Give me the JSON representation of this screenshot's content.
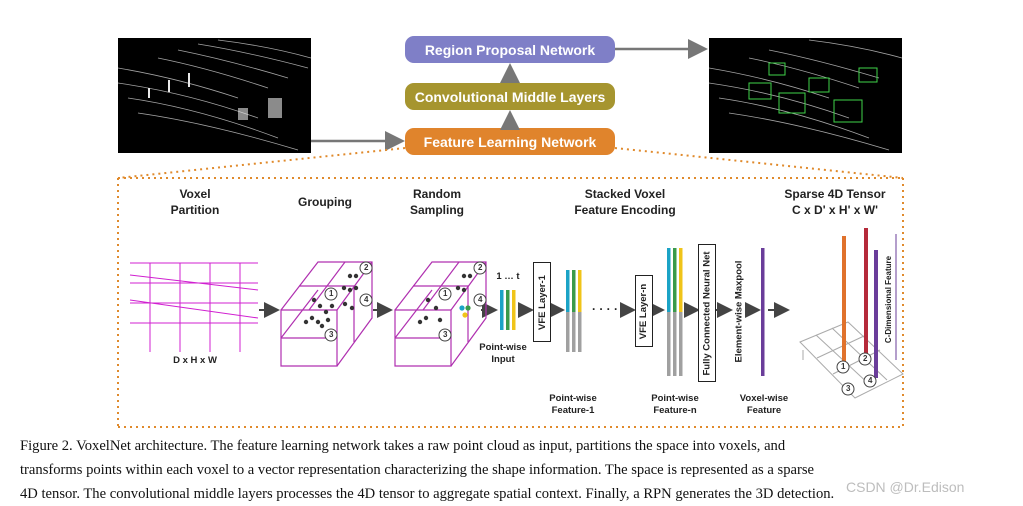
{
  "top_flow": {
    "rpn_label": "Region Proposal Network",
    "cml_label": "Convolutional Middle Layers",
    "fln_label": "Feature Learning Network",
    "colors": {
      "rpn": "#7f7fc7",
      "cml": "#a6952f",
      "fln": "#e0842c",
      "arrow": "#777777"
    }
  },
  "stages": {
    "voxel_partition": "Voxel\nPartition",
    "grouping": "Grouping",
    "random_sampling": "Random\nSampling",
    "stacked_vfe": "Stacked Voxel\nFeature Encoding",
    "sparse_tensor": "Sparse 4D Tensor\nC x D' x H' x W'"
  },
  "labels": {
    "dims": "D x H x W",
    "index_range": "1 … t",
    "pointwise_input": "Point-wise\nInput",
    "pointwise_feature_1": "Point-wise\nFeature-1",
    "pointwise_feature_n": "Point-wise\nFeature-n",
    "voxelwise_feature": "Voxel-wise\nFeature",
    "vfe_layer_1": "VFE Layer-1",
    "vfe_layer_n": "VFE Layer-n",
    "fc_net": "Fully Connected Neural Net",
    "maxpool": "Element-wise Maxpool",
    "c_dim": "C-Dimensional Feature",
    "dots": "· · · ·"
  },
  "voxel_numbers": [
    "1",
    "2",
    "3",
    "4"
  ],
  "caption": {
    "line1": "Figure 2. VoxelNet architecture.  The feature learning network takes a raw point cloud as input, partitions the space into voxels, and",
    "line2": "transforms points within each voxel to a vector representation characterizing the shape information. The space is represented as a sparse",
    "line3": "4D tensor. The convolutional middle layers processes the 4D tensor to aggregate spatial context. Finally, a RPN generates the 3D detection."
  },
  "watermark": "CSDN @Dr.Edison",
  "colors": {
    "teal": "#1ba3c6",
    "green": "#3a9a4a",
    "yellow": "#f0c419",
    "gray": "#a0a0a0",
    "purple": "#6a3d9a",
    "orange": "#e0722c",
    "red": "#b52a3a",
    "magenta": "#a020a0",
    "dotted": "#e08a2c"
  }
}
